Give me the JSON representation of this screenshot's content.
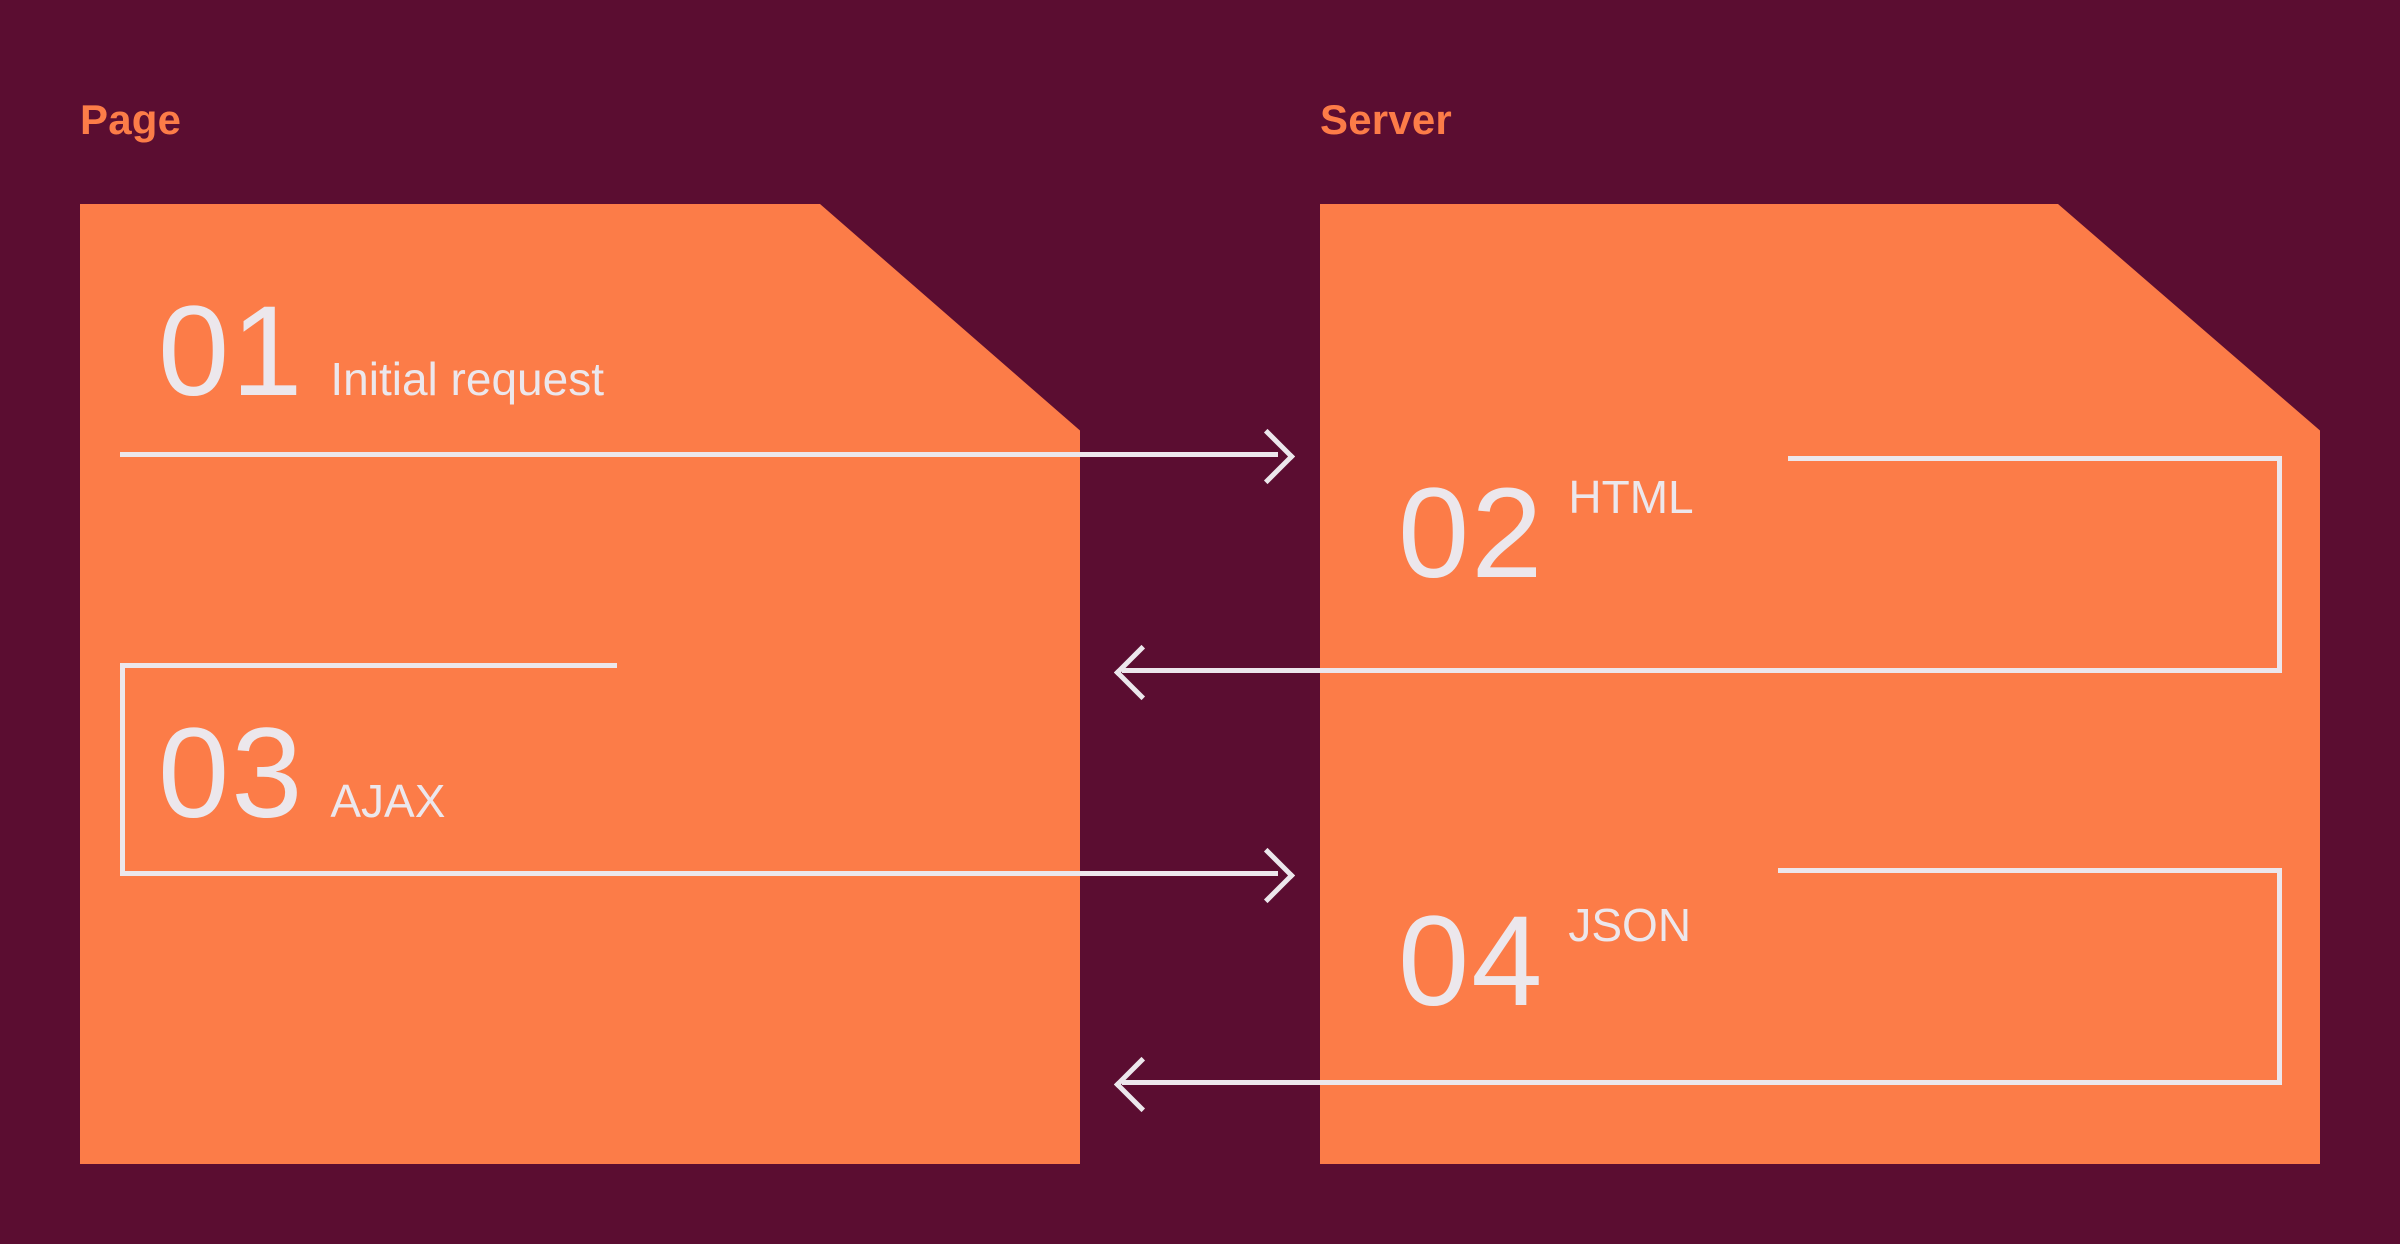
{
  "diagram": {
    "title_page": "Page",
    "title_server": "Server",
    "accent_orange": "#fc7c48",
    "background_maroon": "#5b0d31",
    "stroke_white": "#ece7ec"
  },
  "columns": [
    {
      "id": "page",
      "label": "Page"
    },
    {
      "id": "server",
      "label": "Server"
    }
  ],
  "steps": [
    {
      "number": "01",
      "label": "Initial request",
      "column": "page",
      "direction": "right"
    },
    {
      "number": "02",
      "label": "HTML",
      "column": "server",
      "direction": "left"
    },
    {
      "number": "03",
      "label": "AJAX",
      "column": "page",
      "direction": "right"
    },
    {
      "number": "04",
      "label": "JSON",
      "column": "server",
      "direction": "left"
    }
  ],
  "flows": [
    {
      "id": "flow-1",
      "from": "Page",
      "to": "Server",
      "payload": "Initial request",
      "arrow": "right"
    },
    {
      "id": "flow-2",
      "from": "Server",
      "to": "Page",
      "payload": "HTML",
      "arrow": "left"
    },
    {
      "id": "flow-3",
      "from": "Page",
      "to": "Server",
      "payload": "AJAX",
      "arrow": "right"
    },
    {
      "id": "flow-4",
      "from": "Server",
      "to": "Page",
      "payload": "JSON",
      "arrow": "left"
    }
  ]
}
